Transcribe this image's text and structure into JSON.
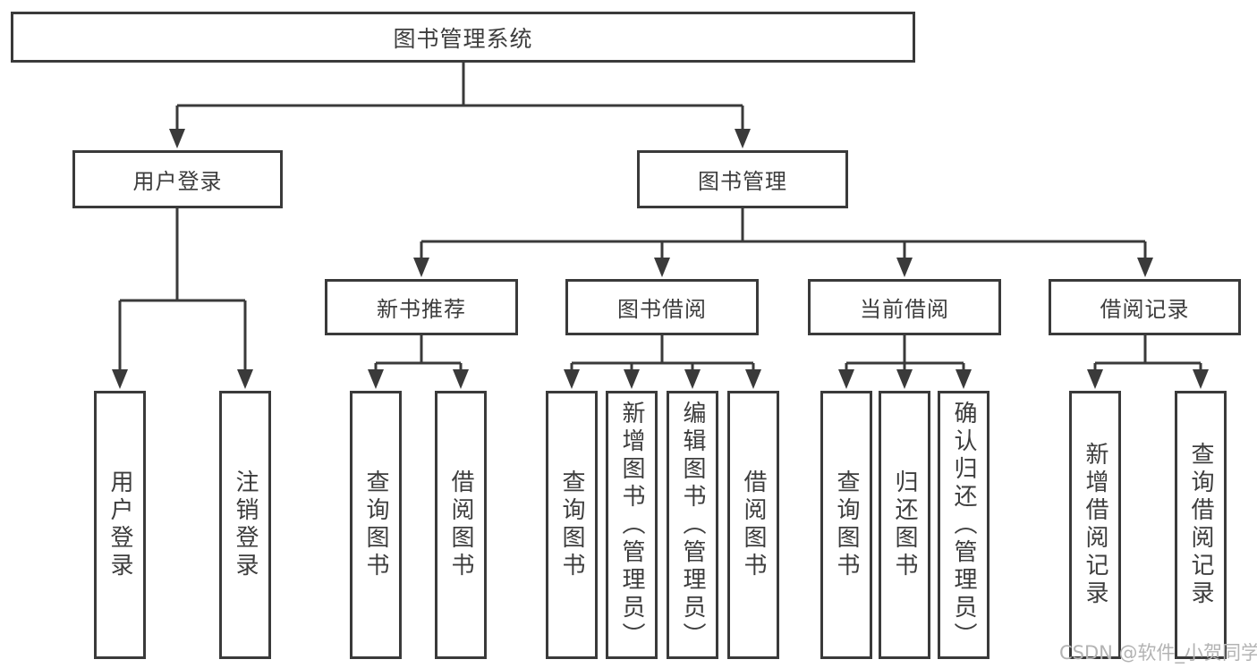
{
  "diagram": {
    "root": {
      "label": "图书管理系统"
    },
    "branches": [
      {
        "label": "用户登录",
        "children": [
          {
            "label": "用户登录"
          },
          {
            "label": "注销登录"
          }
        ]
      },
      {
        "label": "图书管理",
        "children": [
          {
            "label": "新书推荐",
            "children": [
              {
                "label": "查询图书"
              },
              {
                "label": "借阅图书"
              }
            ]
          },
          {
            "label": "图书借阅",
            "children": [
              {
                "label": "查询图书"
              },
              {
                "label": "新增图书（管理员）"
              },
              {
                "label": "编辑图书（管理员）"
              },
              {
                "label": "借阅图书"
              }
            ]
          },
          {
            "label": "当前借阅",
            "children": [
              {
                "label": "查询图书"
              },
              {
                "label": "归还图书"
              },
              {
                "label": "确认归还（管理员）"
              }
            ]
          },
          {
            "label": "借阅记录",
            "children": [
              {
                "label": "新增借阅记录"
              },
              {
                "label": "查询借阅记录"
              }
            ]
          }
        ]
      }
    ],
    "watermark": "CSDN @软件_小贺同学",
    "colors": {
      "line": "#3a3a3a",
      "text": "#3d3d3d",
      "watermark": "#b3b3b3",
      "background": "#ffffff"
    }
  }
}
